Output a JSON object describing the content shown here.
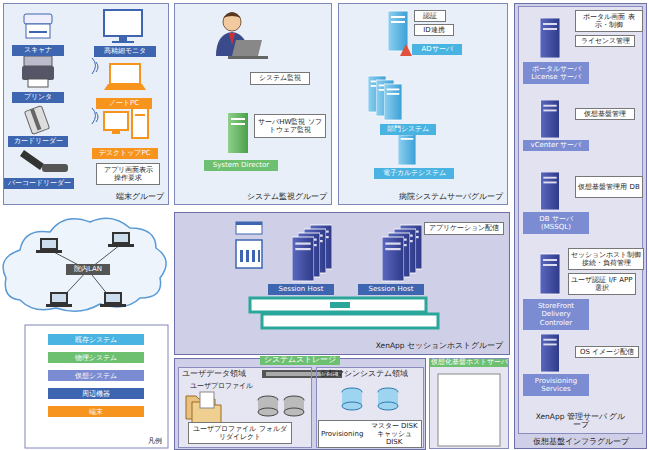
{
  "diagram": {
    "nodes": [
      {
        "text": [
          "端末グループ"
        ]
      },
      {
        "text": [
          "スキャナ"
        ],
        "in": 0
      },
      {
        "text": [
          "プリンタ"
        ],
        "in": 0
      },
      {
        "text": [
          "カードリーダー"
        ],
        "in": 0
      },
      {
        "text": [
          "バーコードリーダー"
        ],
        "in": 0
      },
      {
        "text": [
          "高精細モニタ"
        ],
        "in": 0
      },
      {
        "text": [
          "ノートPC"
        ],
        "in": 0
      },
      {
        "text": [
          "デスクトップPC"
        ],
        "in": 0
      },
      {
        "text": [
          "アプリ画面表示 操作要求"
        ],
        "in": 0
      },
      {
        "text": [
          "システム監視グループ"
        ]
      },
      {
        "text": [
          "システム監視"
        ],
        "in": 9
      },
      {
        "text": [
          "System Director"
        ],
        "in": 9
      },
      {
        "text": [
          "サーバHW監視 ソフトウェア監視"
        ],
        "in": 9
      },
      {
        "text": [
          "病院システムサーバグループ"
        ]
      },
      {
        "text": [
          "認証"
        ],
        "in": 13
      },
      {
        "text": [
          "ID連携"
        ],
        "in": 13
      },
      {
        "text": [
          "ADサーバ"
        ],
        "in": 13
      },
      {
        "text": [
          "部門システム"
        ],
        "in": 13
      },
      {
        "text": [
          "電子カルテシステム"
        ],
        "in": 13
      },
      {
        "text": [
          "院内LAN"
        ]
      },
      {
        "text": [
          "XenApp セッションホストグループ"
        ]
      },
      {
        "text": [
          "アプリケーション配信"
        ],
        "in": 20
      },
      {
        "text": [
          "Session Host"
        ],
        "in": 20
      },
      {
        "text": [
          "Session Host"
        ],
        "in": 20
      },
      {
        "text": [
          "システムストレージ"
        ]
      },
      {
        "text": [
          "ユーザデータ領域"
        ],
        "in": 24
      },
      {
        "text": [
          "ユーザプロファイル フォルダリダイレクト"
        ],
        "in": 25
      },
      {
        "text": [
          "仮想マシンシステム領域"
        ],
        "in": 24
      },
      {
        "text": [
          "Provisioning",
          "マスター DISK キャッシュ DISK"
        ],
        "in": 27
      },
      {
        "text": [
          "仮想化基盤ホストサーバ"
        ]
      },
      {
        "text": [
          "仮想基盤インフラグループ"
        ]
      },
      {
        "text": [
          "XenApp 管理サーバ グループ"
        ],
        "in": 30
      },
      {
        "text": [
          "ポータル画面 表示・制御"
        ],
        "in": 31
      },
      {
        "text": [
          "ライセンス管理"
        ],
        "in": 31
      },
      {
        "text": [
          "ポータルサーバ License サーバ"
        ],
        "in": 31
      },
      {
        "text": [
          "仮想基盤管理"
        ],
        "in": 31
      },
      {
        "text": [
          "vCenter サーバ"
        ],
        "in": 31
      },
      {
        "text": [
          "仮想基盤管理用 DB"
        ],
        "in": 31
      },
      {
        "text": [
          "DB サーバ (MSSQL)"
        ],
        "in": 31
      },
      {
        "text": [
          "セッションホスト制御 接続・負荷管理"
        ],
        "in": 31
      },
      {
        "text": [
          "ユーザ認証 I/F APP 選択"
        ],
        "in": 31
      },
      {
        "text": [
          "StoreFront Delivery Controler"
        ],
        "in": 31
      },
      {
        "text": [
          "OS イメージ配信"
        ],
        "in": 31
      },
      {
        "text": [
          "Provisioning Services"
        ],
        "in": 31
      }
    ],
    "labels": [
      "ユーザプロファイル",
      "凡例"
    ],
    "legend": [
      {
        "text": "既存システム",
        "color": "#49b3e2"
      },
      {
        "text": "物理システム",
        "color": "#6cc070"
      },
      {
        "text": "仮想システム",
        "color": "#7b8cd2"
      },
      {
        "text": "周辺機器",
        "color": "#3d65b0"
      },
      {
        "text": "端末",
        "color": "#f7941d"
      }
    ]
  }
}
